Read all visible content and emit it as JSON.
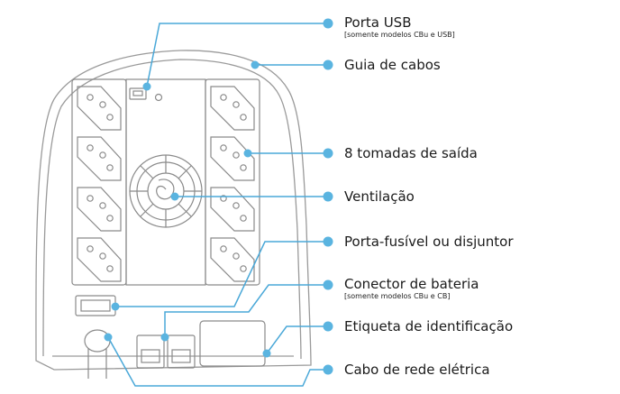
{
  "labels": {
    "usb": {
      "main": "Porta USB",
      "sub": "[somente modelos CBu e USB]"
    },
    "cable_guide": {
      "main": "Guia de cabos"
    },
    "outlets": {
      "main": "8 tomadas de saída"
    },
    "ventilation": {
      "main": "Ventilação"
    },
    "fuse": {
      "main": "Porta-fusível ou disjuntor"
    },
    "battery": {
      "main": "Conector de bateria",
      "sub": "[somente modelos CBu e CB]"
    },
    "id_tag": {
      "main": "Etiqueta de identificação"
    },
    "power_cable": {
      "main": "Cabo de rede elétrica"
    }
  },
  "colors": {
    "line": "#4aa8d8",
    "dot": "#5ab4e0",
    "outline": "#9a9a9a",
    "text": "#1a1a1a"
  }
}
